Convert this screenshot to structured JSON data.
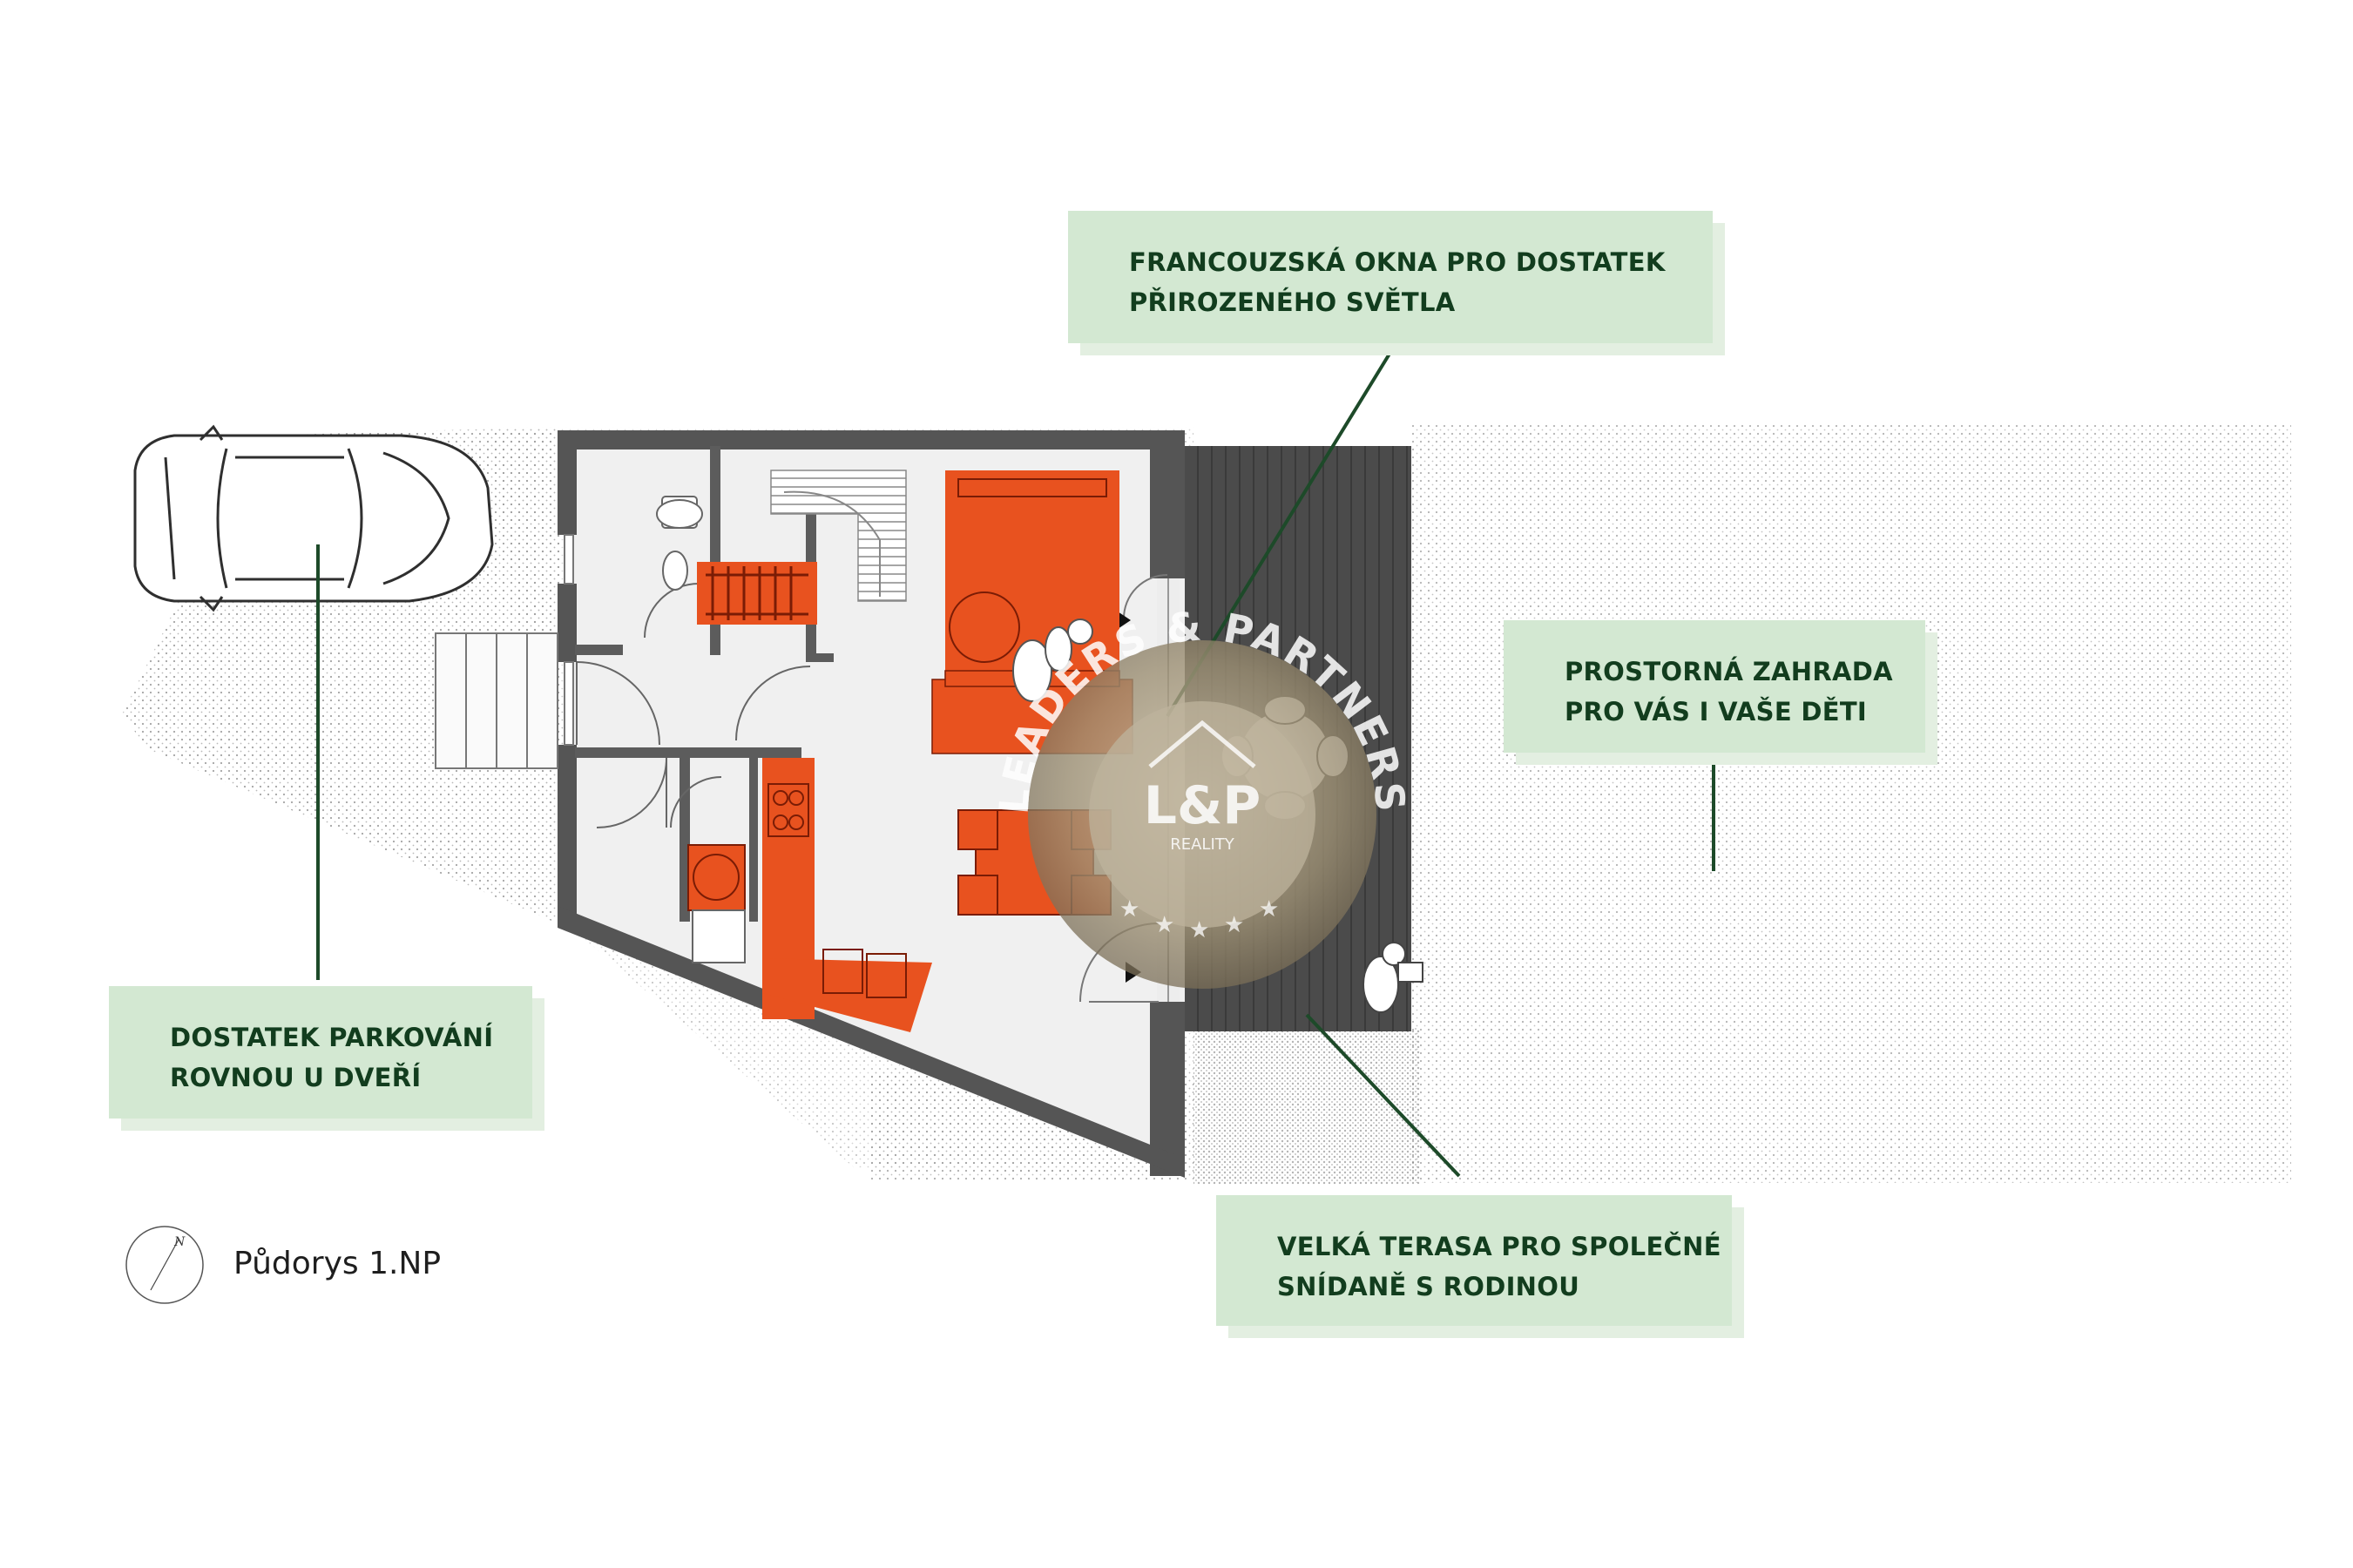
{
  "callouts": {
    "windows": {
      "line1": "FRANCOUZSKÁ OKNA PRO DOSTATEK",
      "line2": "PŘIROZENÉHO SVĚTLA"
    },
    "garden": {
      "line1": "PROSTORNÁ ZAHRADA",
      "line2": "PRO VÁS I VAŠE DĚTI"
    },
    "parking": {
      "line1": "DOSTATEK PARKOVÁNÍ",
      "line2": "ROVNOU U DVEŘÍ"
    },
    "terrace": {
      "line1": "VELKÁ TERASA PRO SPOLEČNÉ",
      "line2": "SNÍDANĚ S RODINOU"
    }
  },
  "caption": "Půdorys 1.NP",
  "compass_north": "N",
  "watermark": {
    "ring_text": "LEADERS & PARTNERS",
    "logo": "L&P",
    "sub": "REALITY"
  },
  "colors": {
    "callout_bg": "#d3e8d2",
    "callout_text": "#123d1e",
    "leader_line": "#1d4a29",
    "wall": "#555555",
    "furniture_accent": "#e8521f",
    "terrace": "#4d4d4d",
    "floor": "#f0f0f0"
  }
}
